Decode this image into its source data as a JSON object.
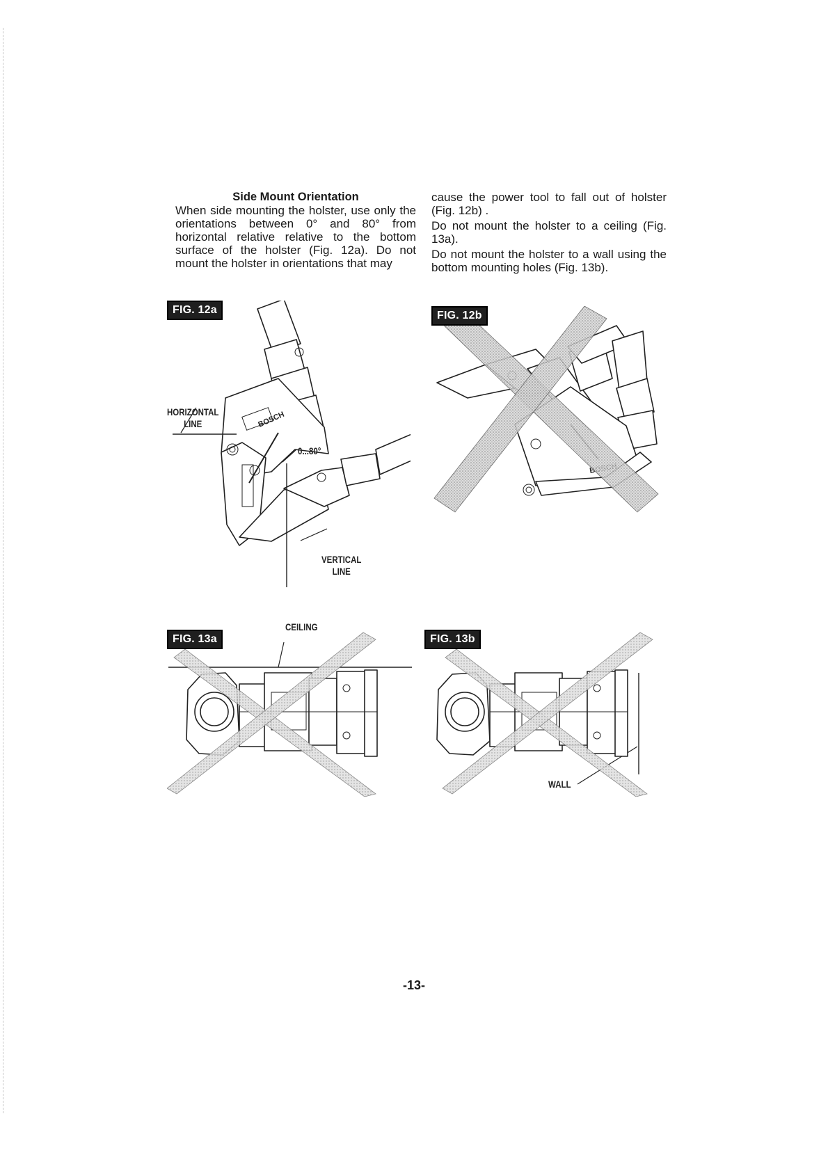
{
  "section": {
    "heading": "Side Mount Orientation",
    "left_paragraph": "When side mounting the holster, use only the orientations between 0° and 80° from horizontal relative relative to the bottom surface of the holster (Fig. 12a). Do not mount the holster in orientations that may",
    "right_paragraphs": [
      "cause the power tool to fall out of holster (Fig. 12b) .",
      "Do not mount the holster to a ceiling (Fig. 13a).",
      "Do not mount the holster to a wall using the bottom mounting holes (Fig. 13b)."
    ]
  },
  "figures": {
    "fig12a": {
      "tag": "FIG. 12a",
      "horizontal_label": "HORIZONTAL\nLINE",
      "vertical_label": "VERTICAL\nLINE",
      "angle_label": "0...80°",
      "brand": "BOSCH"
    },
    "fig12b": {
      "tag": "FIG. 12b",
      "brand": "BOSCH"
    },
    "fig13a": {
      "tag": "FIG. 13a",
      "ceiling_label": "CEILING"
    },
    "fig13b": {
      "tag": "FIG. 13b",
      "wall_label": "WALL"
    }
  },
  "page_number": "-13-"
}
